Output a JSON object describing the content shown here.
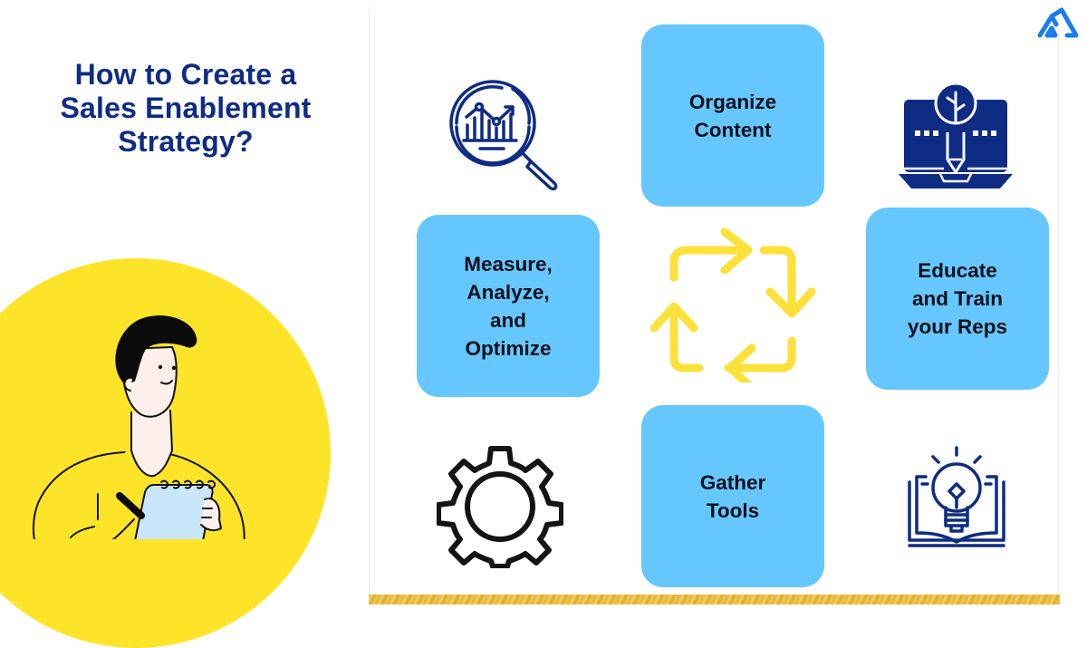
{
  "header": {
    "title_lines": [
      "How to Create a",
      "Sales Enablement",
      "Strategy?"
    ],
    "logo": "mountain-logo-icon"
  },
  "colors": {
    "title": "#0e2c84",
    "card": "#66c7ff",
    "card_text": "#06101c",
    "accent_yellow": "#fde428",
    "arrow_yellow": "#fbe13a",
    "icon_navy": "#0e2c84",
    "logo_blue": "#1a7cf0",
    "gold_bar": "#e6b93a"
  },
  "steps": [
    {
      "id": "organize",
      "lines": [
        "Organize",
        "Content"
      ]
    },
    {
      "id": "educate",
      "lines": [
        "Educate",
        "and Train",
        "your Reps"
      ]
    },
    {
      "id": "gather",
      "lines": [
        "Gather",
        "Tools"
      ]
    },
    {
      "id": "measure",
      "lines": [
        "Measure,",
        "Analyze,",
        "and",
        "Optimize"
      ]
    }
  ],
  "icons": {
    "top_left": "analytics-magnifier-icon",
    "top_right": "laptop-pen-icon",
    "bottom_left": "gear-icon",
    "bottom_right": "lightbulb-book-icon",
    "center": "cycle-arrows-icon"
  },
  "illustration": "person-with-notepad"
}
